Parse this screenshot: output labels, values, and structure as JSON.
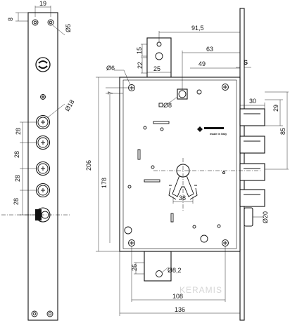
{
  "dimensions": {
    "d_19": "19",
    "d_8": "8",
    "d_o5": "Ø5",
    "d_o18": "Ø18",
    "d_28": "28",
    "d_91_5": "91,5",
    "d_63": "63",
    "d_49": "49",
    "d_15": "15",
    "d_22": "22",
    "d_25": "25",
    "d_s": "S",
    "d_o6": "Ø6",
    "d_7": "7",
    "d_o8": "Ø8",
    "d_30": "30",
    "d_29": "29",
    "d_85": "85",
    "d_206": "206",
    "d_178": "178",
    "d_38": "38",
    "d_o20": "Ø20",
    "d_26": "26",
    "d_o8_2": "Ø8,2",
    "d_108": "108",
    "d_136": "136"
  },
  "plate_label": "made in Italy",
  "watermark": "KERAMIS"
}
